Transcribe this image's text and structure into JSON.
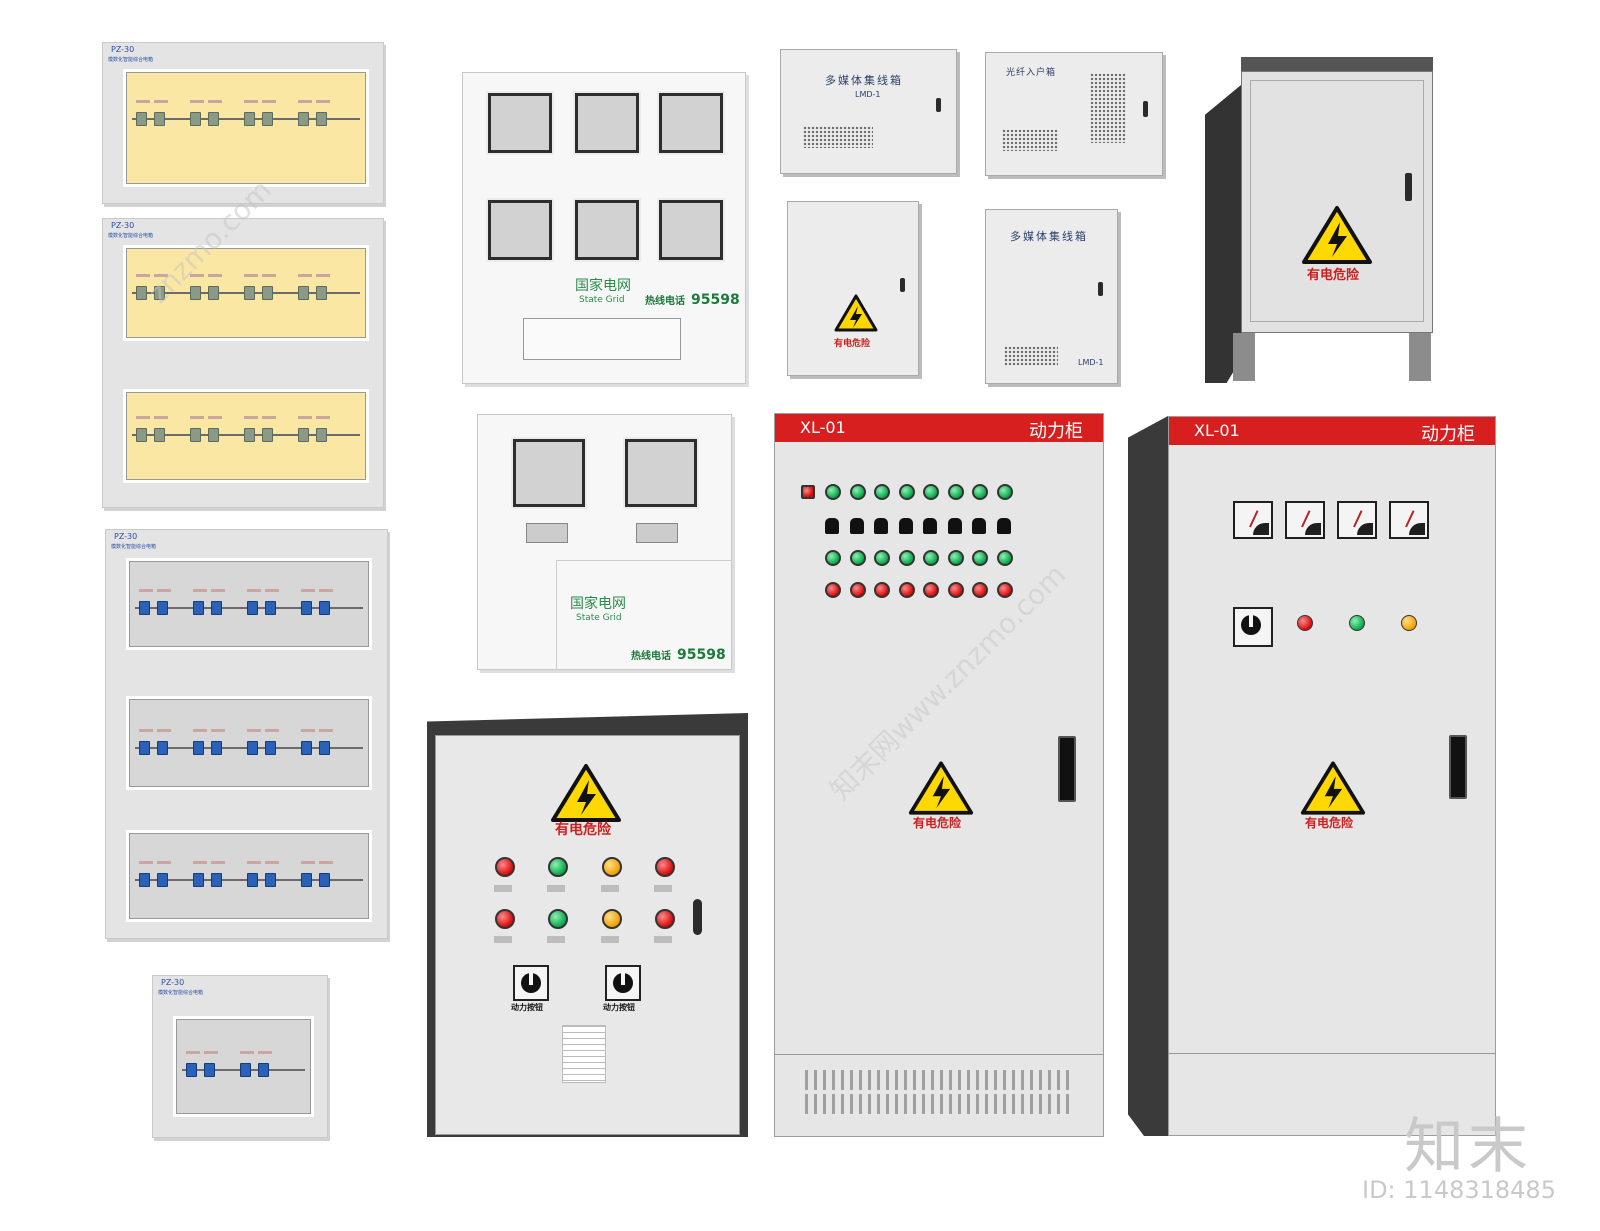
{
  "pz_panels": {
    "model": "PZ-30",
    "subtitle": "模数化智能综合电箱"
  },
  "meter_box_large": {
    "brand_cn": "国家电网",
    "brand_en": "State Grid",
    "hotline_label": "热线电话",
    "hotline_number": "95598"
  },
  "meter_box_small": {
    "brand_cn": "国家电网",
    "brand_en": "State Grid",
    "hotline_label": "热线电话",
    "hotline_number": "95598"
  },
  "multimedia_box_1": {
    "title": "多媒体集线箱",
    "model": "LMD-1"
  },
  "fiber_box": {
    "title": "光纤入户箱"
  },
  "multimedia_box_2": {
    "title": "多媒体集线箱",
    "model": "LMD-1"
  },
  "warning_text": "有电危险",
  "control_box": {
    "switch_label_1": "动力按钮",
    "switch_label_2": "动力按钮"
  },
  "power_cabinet_1": {
    "model": "XL-01",
    "name": "动力柜"
  },
  "power_cabinet_2": {
    "model": "XL-01",
    "name": "动力柜"
  },
  "watermark": {
    "logo": "知末",
    "id": "ID: 1148318485",
    "site": "znzmo.com",
    "site_cn": "知末网www.znzmo.com"
  },
  "colors": {
    "header_red": "#d81f1f",
    "grid_green": "#2b8d4b",
    "warning_yellow": "#ffd800"
  }
}
